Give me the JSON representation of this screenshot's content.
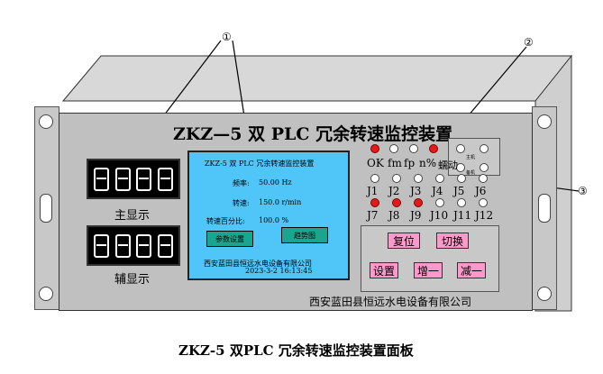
{
  "title": "ZKZ—5 双 PLC 冗余转速监控装置",
  "main_display": {
    "label": "主显示"
  },
  "aux_display": {
    "label": "辅显示"
  },
  "lcd": {
    "title": "ZKZ-5 双 PLC 冗余转速监控装置",
    "freq_label": "频率:",
    "freq_value": "50.00 Hz",
    "speed_label": "转速:",
    "speed_value": "150.0 r/min",
    "pct_label": "转速百分比:",
    "pct_value": "100.0 %",
    "btn_params": "参数设置",
    "btn_trend": "趋势图",
    "company": "西安蓝田县恒远水电设备有限公司",
    "datetime": "2023-3-2 16:13:45"
  },
  "status_labels": [
    "OK",
    "fm",
    "fp",
    "n%",
    "蠕动"
  ],
  "tiny_label_a": "主机",
  "tiny_label_b": "备机",
  "status_leds": [
    "on",
    "off",
    "off",
    "on"
  ],
  "relay_row1": {
    "labels": [
      "J1",
      "J2",
      "J3",
      "J4",
      "J5",
      "J6"
    ],
    "leds": [
      "off",
      "off",
      "off",
      "off",
      "off",
      "off"
    ]
  },
  "relay_row2": {
    "labels": [
      "J7",
      "J8",
      "J9",
      "J10",
      "J11",
      "J12"
    ],
    "leds": [
      "on",
      "on",
      "on",
      "off",
      "off",
      "off"
    ]
  },
  "buttons": {
    "reset": "复位",
    "switch": "切换",
    "settings": "设置",
    "increase": "增一",
    "decrease": "减一"
  },
  "company": "西安蓝田县恒远水电设备有限公司",
  "callouts": [
    "①",
    "②",
    "③"
  ],
  "caption": "ZKZ-5 双PLC 冗余转速监控装置面板",
  "colors": {
    "panel": "#c0c0c0",
    "lcd": "#4fc6f7",
    "lcd_button": "#1aa58e",
    "key": "#ff99cc",
    "led_on": "#e31a1a"
  }
}
